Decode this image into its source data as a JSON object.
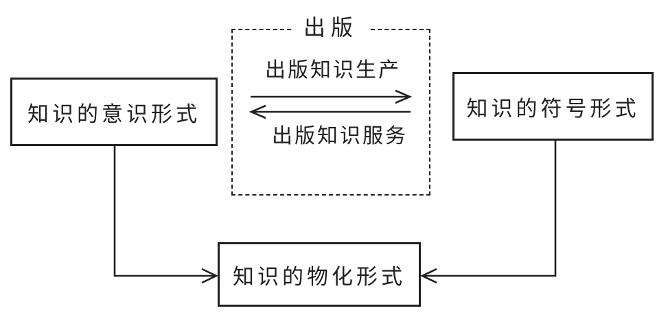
{
  "diagram": {
    "title_box": {
      "label": "出版"
    },
    "nodes": {
      "left": {
        "label": "知识的意识形式"
      },
      "right": {
        "label": "知识的符号形式"
      },
      "bottom": {
        "label": "知识的物化形式"
      }
    },
    "flows": {
      "production": {
        "label": "出版知识生产",
        "direction": "left-to-right"
      },
      "service": {
        "label": "出版知识服务",
        "direction": "right-to-left"
      }
    },
    "connections": [
      {
        "from": "left",
        "to": "bottom"
      },
      {
        "from": "right",
        "to": "bottom"
      }
    ],
    "colors": {
      "line": "#231f20",
      "background": "#ffffff"
    }
  }
}
